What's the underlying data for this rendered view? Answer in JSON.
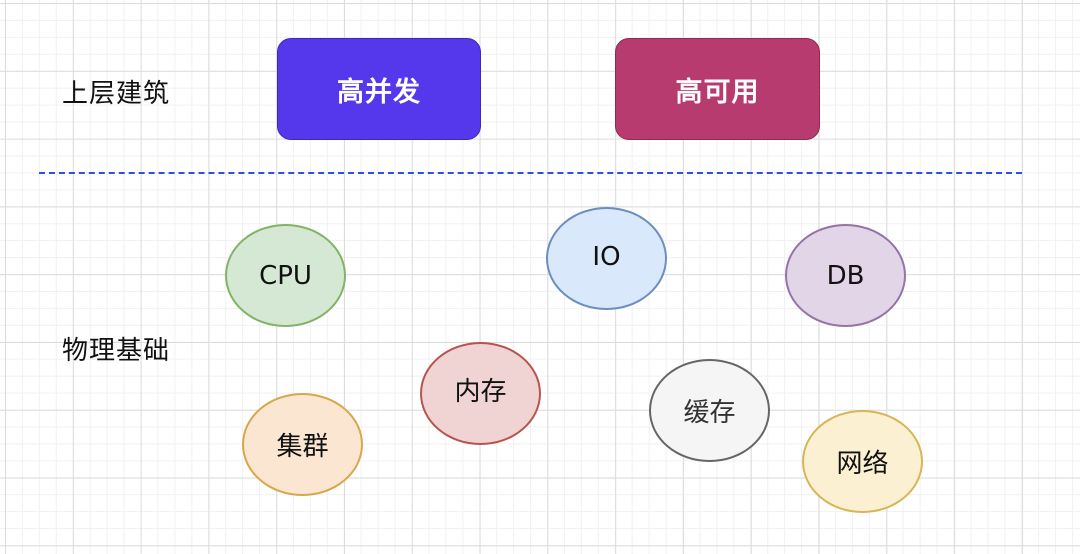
{
  "upper_layer": {
    "label": "上层建筑",
    "boxes": [
      {
        "id": "high-concurrency",
        "label": "高并发",
        "fill": "#5538ec",
        "stroke": "#3b2bb5"
      },
      {
        "id": "high-availability",
        "label": "高可用",
        "fill": "#b73b6e",
        "stroke": "#8f2a52"
      }
    ]
  },
  "divider": {
    "style": "dashed",
    "color": "#2e4fe0"
  },
  "lower_layer": {
    "label": "物理基础",
    "nodes": [
      {
        "id": "cpu",
        "label": "CPU",
        "fill": "#d5e8d4",
        "stroke": "#82b366"
      },
      {
        "id": "io",
        "label": "IO",
        "fill": "#dae8fc",
        "stroke": "#6c8ebf"
      },
      {
        "id": "db",
        "label": "DB",
        "fill": "#e1d5e7",
        "stroke": "#9673a6"
      },
      {
        "id": "memory",
        "label": "内存",
        "fill": "#f0d4d4",
        "stroke": "#b85450"
      },
      {
        "id": "cache",
        "label": "缓存",
        "fill": "#f5f5f5",
        "stroke": "#666666"
      },
      {
        "id": "cluster",
        "label": "集群",
        "fill": "#fae6d1",
        "stroke": "#d6a84a"
      },
      {
        "id": "network",
        "label": "网络",
        "fill": "#fbf0d2",
        "stroke": "#d6b656"
      }
    ]
  }
}
